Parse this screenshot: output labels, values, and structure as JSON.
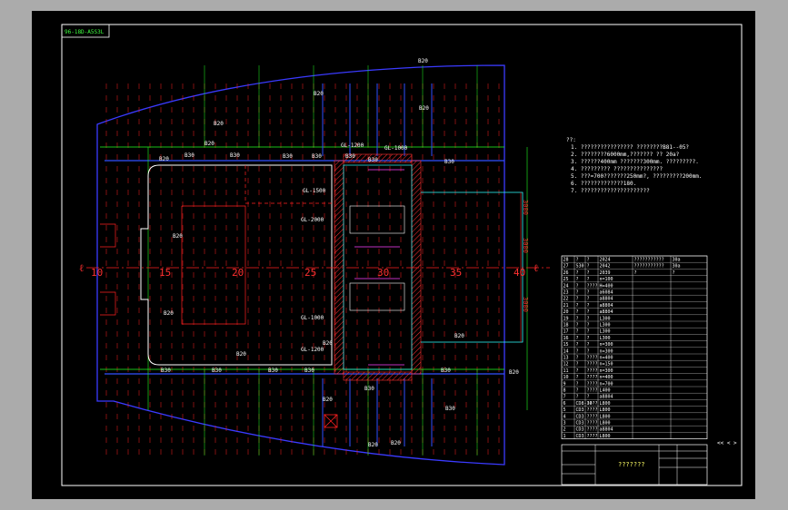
{
  "sheet": {
    "title_tag": "96-18D-A5S3L",
    "colors": {
      "background": "#000000",
      "frame": "#ffffff",
      "hull": "#3a3aff",
      "grid_red": "#ff2020",
      "grid_green": "#20ff20",
      "rib_blue": "#3050ff",
      "hatch": "#ff2020",
      "cyan": "#30ffff",
      "yellow": "#ffff40",
      "magenta": "#ff40ff"
    }
  },
  "axis": {
    "marks": [
      "10",
      "15",
      "20",
      "25",
      "30",
      "35",
      "40"
    ],
    "cl_left": "ℓ",
    "cl_right": "ℓ"
  },
  "beam_labels": {
    "b20_list": [
      "B20",
      "B20",
      "B20",
      "B20",
      "B20",
      "B20",
      "B20",
      "B20",
      "B20",
      "B20",
      "B20",
      "B20",
      "B20",
      "B20",
      "B20"
    ],
    "b30_list": [
      "B30",
      "B30",
      "B30",
      "B30",
      "B30",
      "B30",
      "B30",
      "B30",
      "B30",
      "B30",
      "B30",
      "B30",
      "B30",
      "B30"
    ]
  },
  "notes": {
    "heading": "??:",
    "lines": [
      "1. ???????????????? ????????B81--05?",
      "2. ????????6000mm,???????      ??   20a?",
      "3. ??????400mm ???????300mm. ?????????.",
      "4. ????????? ???????????????",
      "5. ???=700???????250mm?, ?????????200mm.",
      "6. ?????????????180.",
      "7. ?????????????????????"
    ]
  },
  "schedule": {
    "rows": [
      [
        "28",
        "?",
        "?",
        "2024",
        "???????????",
        "30a"
      ],
      [
        "27",
        "S30",
        "?",
        "2042",
        "???????????",
        "30a"
      ],
      [
        "26",
        "?",
        "?",
        "2039",
        "?",
        "?"
      ],
      [
        "25",
        "?",
        "?",
        "n=100",
        "",
        ""
      ],
      [
        "24",
        "?",
        "????",
        "H=400",
        "",
        ""
      ],
      [
        "23",
        "?",
        "?",
        "a6084",
        "",
        ""
      ],
      [
        "22",
        "?",
        "?",
        "a8804",
        "",
        ""
      ],
      [
        "21",
        "?",
        "?",
        "a8804",
        "",
        ""
      ],
      [
        "20",
        "?",
        "?",
        "a8804",
        "",
        ""
      ],
      [
        "19",
        "?",
        "?",
        "L300",
        "",
        ""
      ],
      [
        "18",
        "?",
        "?",
        "L300",
        "",
        ""
      ],
      [
        "17",
        "?",
        "?",
        "L300",
        "",
        ""
      ],
      [
        "16",
        "?",
        "?",
        "L300",
        "",
        ""
      ],
      [
        "15",
        "?",
        "?",
        "n=300",
        "",
        ""
      ],
      [
        "14",
        "?",
        "?",
        "n=300",
        "",
        ""
      ],
      [
        "13",
        "?",
        "????",
        "n=400",
        "",
        ""
      ],
      [
        "12",
        "?",
        "????",
        "n=150",
        "",
        ""
      ],
      [
        "11",
        "?",
        "????",
        "n=300",
        "",
        ""
      ],
      [
        "10",
        "?",
        "????",
        "n=400",
        "",
        ""
      ],
      [
        "9",
        "?",
        "????",
        "n=700",
        "",
        ""
      ],
      [
        "8",
        "?",
        "????",
        "L400",
        "",
        ""
      ],
      [
        "7",
        "?",
        "?",
        "a8804",
        "",
        ""
      ],
      [
        "6",
        "CD8-30",
        "????",
        "L800",
        "",
        ""
      ],
      [
        "5",
        "CD3",
        "????",
        "L800",
        "",
        ""
      ],
      [
        "4",
        "CD3",
        "????",
        "L800",
        "",
        ""
      ],
      [
        "3",
        "CD3",
        "????",
        "L800",
        "",
        ""
      ],
      [
        "2",
        "CD3",
        "????",
        "a8804",
        "",
        ""
      ],
      [
        "1",
        "CD3",
        "????",
        "L800",
        "",
        ""
      ]
    ],
    "title_block_name": "???????",
    "page_mark": "<< < >"
  },
  "misc_labels": {
    "gl_tags": [
      "GL-1200",
      "GL-1000",
      "GL-1500",
      "GL-2000",
      "GL-1000",
      "GL-1200"
    ]
  }
}
